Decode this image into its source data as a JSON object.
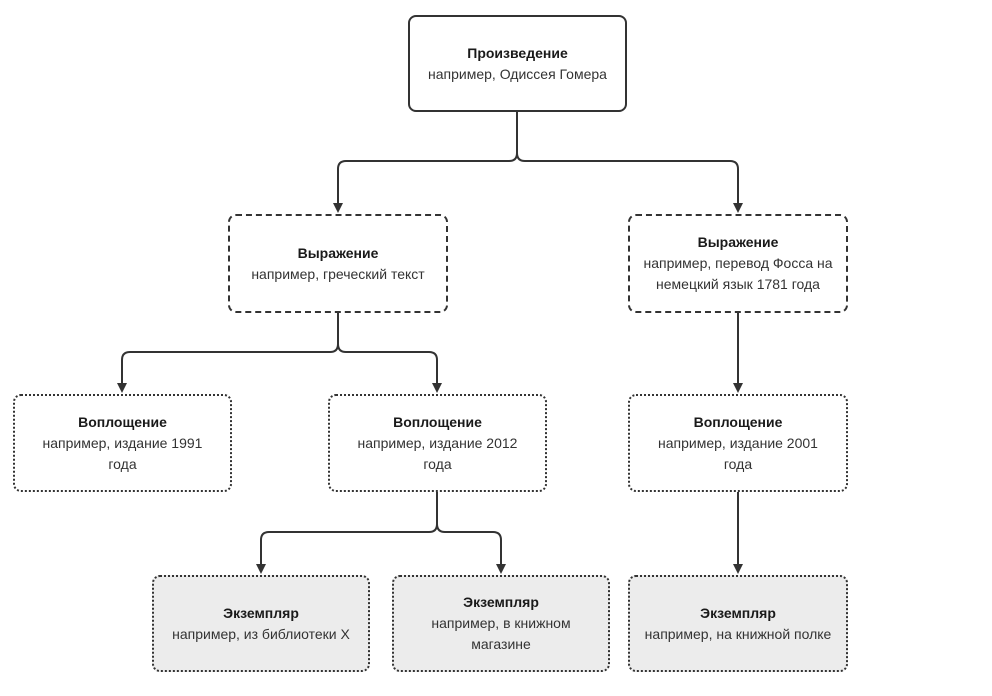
{
  "diagram": {
    "type": "flowchart-hierarchy",
    "background_color": "#ffffff",
    "line_color": "#333333",
    "border_color": "#333333",
    "title_color": "#1a1a1a",
    "subtitle_color": "#333333",
    "item_fill_color": "#ececec",
    "node_fill_color": "#ffffff",
    "nodes": [
      {
        "id": "work",
        "title": "Произведение",
        "subtitle": "например, Одиссея Гомера",
        "border": "solid",
        "fill": "#ffffff"
      },
      {
        "id": "expression-1",
        "title": "Выражение",
        "subtitle": "например, греческий текст",
        "border": "dashed",
        "fill": "#ffffff"
      },
      {
        "id": "expression-2",
        "title": "Выражение",
        "subtitle": "например, перевод Фосса на немецкий язык 1781 года",
        "border": "dashed",
        "fill": "#ffffff"
      },
      {
        "id": "manifestation-1",
        "title": "Воплощение",
        "subtitle": "например, издание 1991 года",
        "border": "dotted",
        "fill": "#ffffff"
      },
      {
        "id": "manifestation-2",
        "title": "Воплощение",
        "subtitle": "например, издание 2012 года",
        "border": "dotted",
        "fill": "#ffffff"
      },
      {
        "id": "manifestation-3",
        "title": "Воплощение",
        "subtitle": "например, издание 2001 года",
        "border": "dotted",
        "fill": "#ffffff"
      },
      {
        "id": "item-1",
        "title": "Экземпляр",
        "subtitle": "например, из библиотеки Х",
        "border": "dotted",
        "fill": "#ececec"
      },
      {
        "id": "item-2",
        "title": "Экземпляр",
        "subtitle": "например, в книжном магазине",
        "border": "dotted",
        "fill": "#ececec"
      },
      {
        "id": "item-3",
        "title": "Экземпляр",
        "subtitle": "например, на книжной полке",
        "border": "dotted",
        "fill": "#ececec"
      }
    ],
    "edges": [
      {
        "from": "work",
        "to": "expression-1"
      },
      {
        "from": "work",
        "to": "expression-2"
      },
      {
        "from": "expression-1",
        "to": "manifestation-1"
      },
      {
        "from": "expression-1",
        "to": "manifestation-2"
      },
      {
        "from": "expression-2",
        "to": "manifestation-3"
      },
      {
        "from": "manifestation-2",
        "to": "item-1"
      },
      {
        "from": "manifestation-2",
        "to": "item-2"
      },
      {
        "from": "manifestation-3",
        "to": "item-3"
      }
    ]
  }
}
